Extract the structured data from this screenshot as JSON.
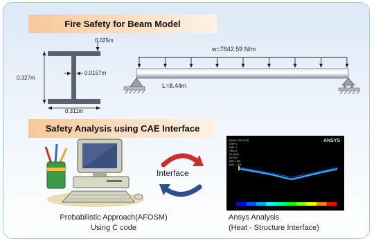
{
  "banners": {
    "top": "Fire Safety for Beam Model",
    "bottom": "Safety Analysis using CAE Interface"
  },
  "ibeam": {
    "flange_thickness": "0.025m",
    "height": "0.327m",
    "web_thickness": "0.0157m",
    "width": "0.311m"
  },
  "beam": {
    "load": "w=7842.59  N/m",
    "length": "L=8.44m"
  },
  "interface_label": "Interface",
  "computer_caption": {
    "line1": "Probabilistic Approach(AFOSM)",
    "line2": "Using C code"
  },
  "ansys_caption": {
    "line1": "Ansys Analysis",
    "line2": "(Heat - Structure Interface)"
  },
  "ansys_logo": "ANSYS",
  "icons": [
    "i-beam-section",
    "simply-supported-beam",
    "pin-support",
    "roller-support",
    "computer-clipart",
    "pencil-cup",
    "swap-arrows",
    "ansys-contour-plot"
  ],
  "colors": {
    "banner_start": "#f7c79a",
    "panel_border": "#a9c7e6",
    "steel": "#5a6070",
    "arrow_red": "#c8312a",
    "arrow_blue": "#2e4e8e"
  }
}
